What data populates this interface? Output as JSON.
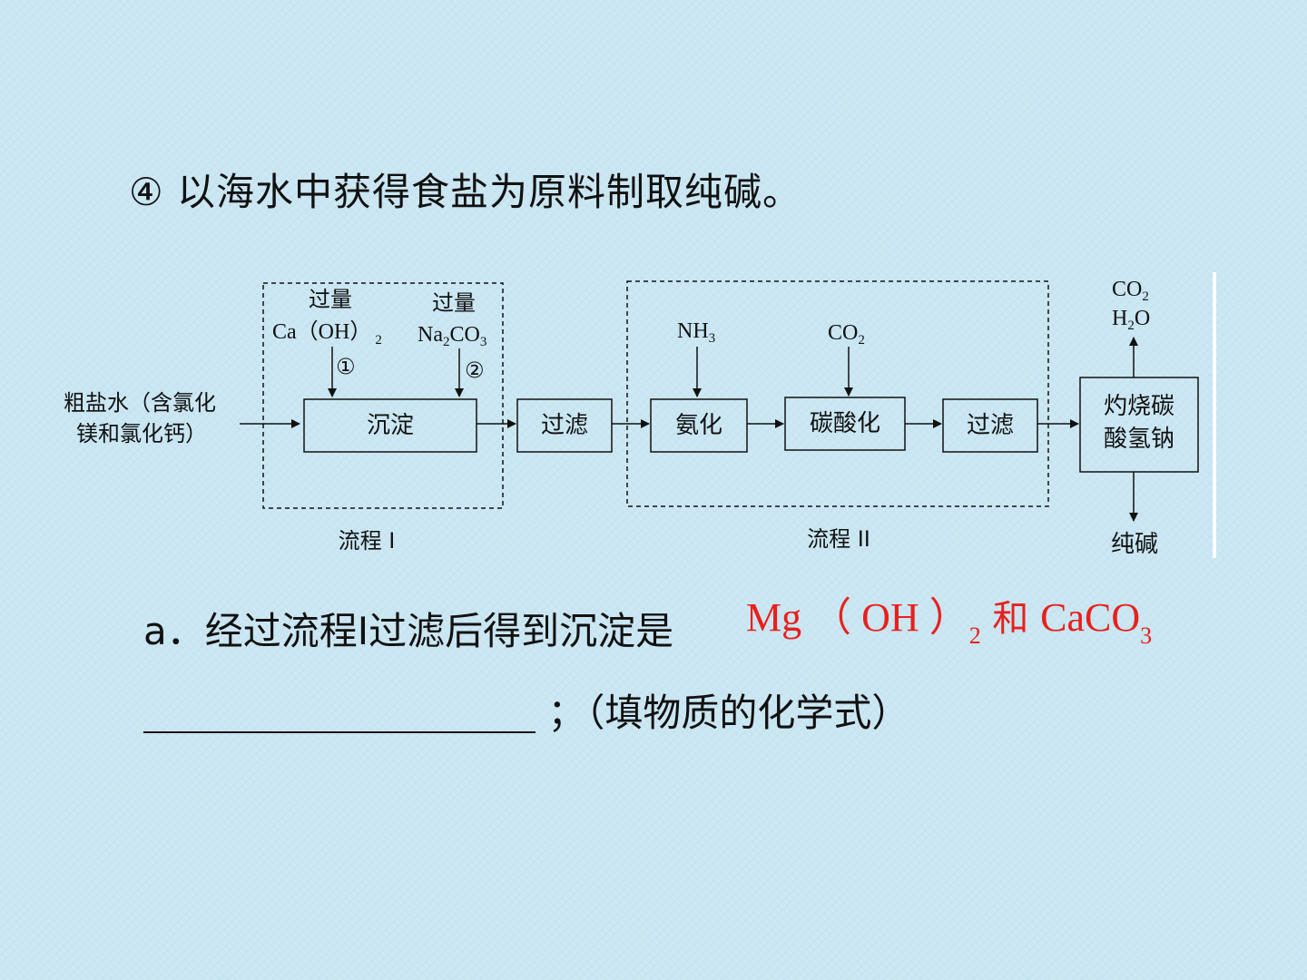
{
  "heading": "④ 以海水中获得食盐为原料制取纯碱。",
  "diagram": {
    "input_line1": "粗盐水（含氯化",
    "input_line2": "镁和氯化钙）",
    "reagent1_top": "过量",
    "reagent1_bottom": "Ca（OH）",
    "reagent1_sub": "2",
    "reagent1_step": "①",
    "reagent2_top": "过量",
    "reagent2_bottom_a": "Na",
    "reagent2_sub1": "2",
    "reagent2_bottom_b": "CO",
    "reagent2_sub2": "3",
    "reagent2_step": "②",
    "box_precipitate": "沉淀",
    "box_filter1": "过滤",
    "box_ammoniate": "氨化",
    "box_carbonate": "碳酸化",
    "box_filter2": "过滤",
    "box_calcine_line1": "灼烧碳",
    "box_calcine_line2": "酸氢钠",
    "nh3_a": "NH",
    "nh3_sub": "3",
    "co2_a": "CO",
    "co2_sub": "2",
    "out_co2_a": "CO",
    "out_co2_sub": "2",
    "out_h2o_a": "H",
    "out_h2o_sub": "2",
    "out_h2o_b": "O",
    "product": "纯碱",
    "process1_label": "流程 I",
    "process2_label": "流程 II"
  },
  "question": {
    "text": "a．经过流程Ⅰ过滤后得到沉淀是",
    "answer_mg": "Mg （ OH ）",
    "answer_sub1": "2",
    "answer_and": " 和 ",
    "answer_caco": "CaCO",
    "answer_sub2": "3",
    "line2_suffix": " ；（填物质的化学式）"
  },
  "colors": {
    "answer": "#e8201c",
    "background": "#c9e6f2"
  }
}
